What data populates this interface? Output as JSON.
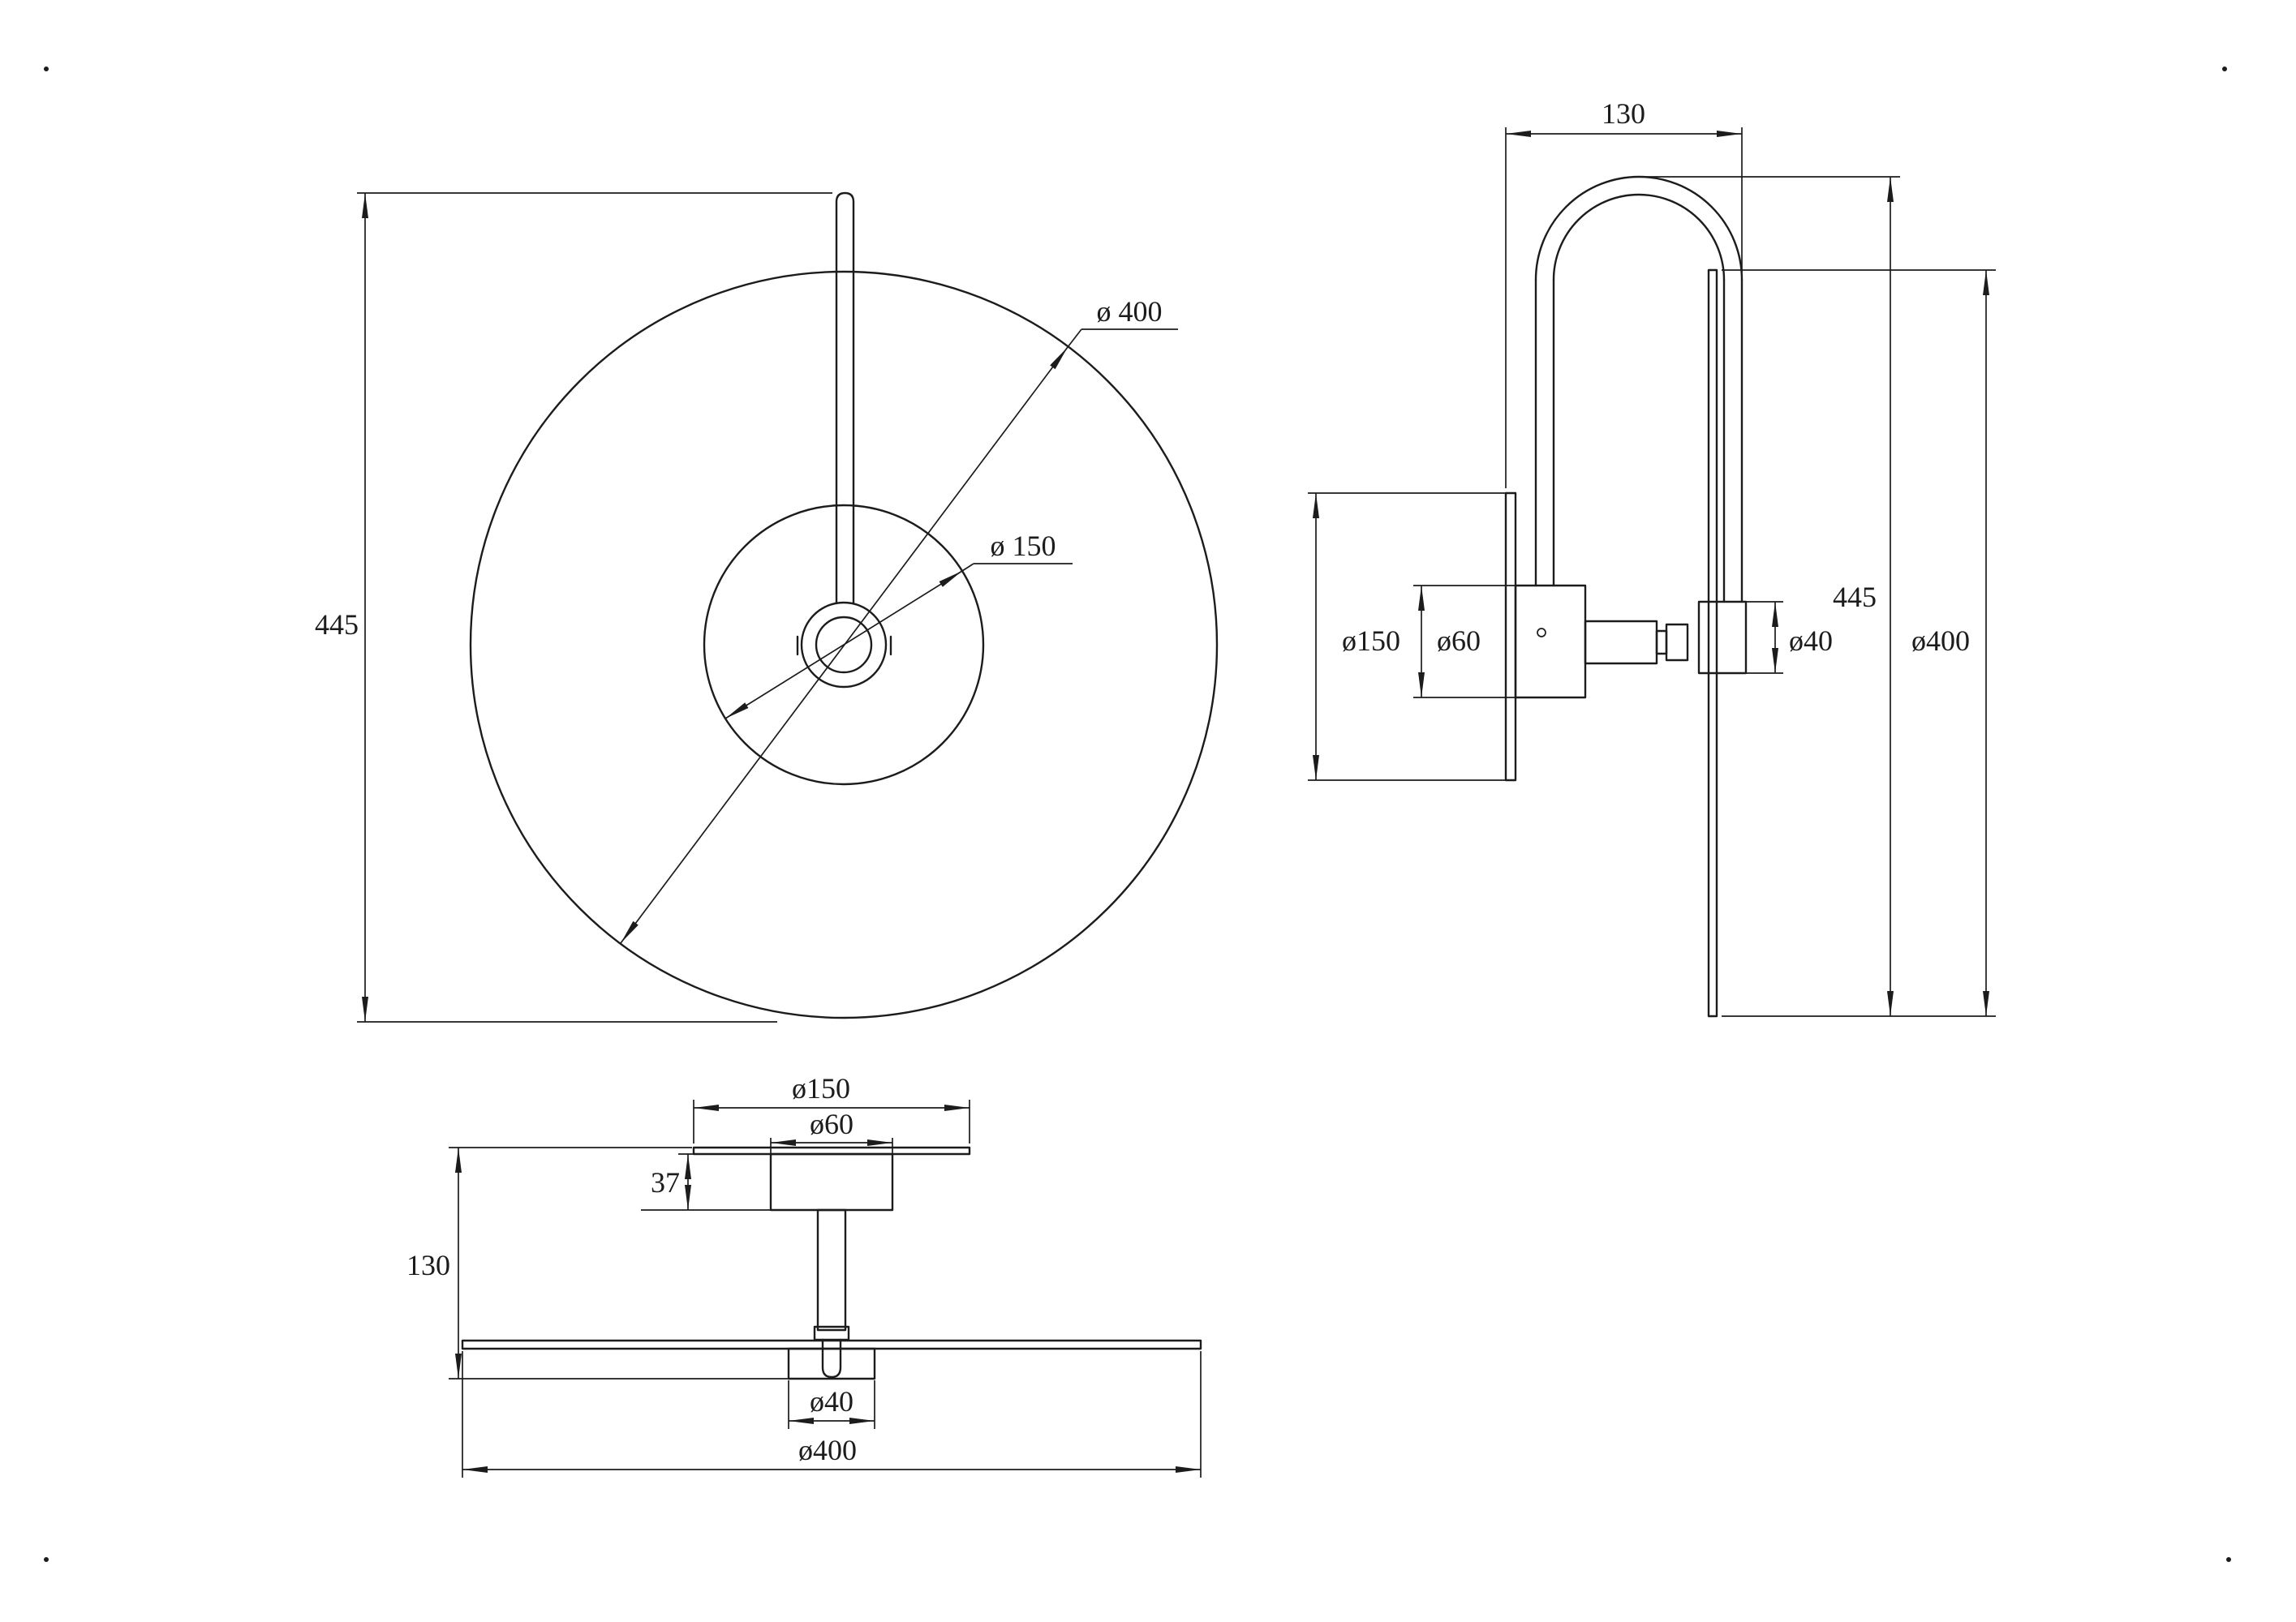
{
  "drawing": {
    "type": "technical-dimension-drawing",
    "subject": "wall lamp with round disc shade, three orthographic views",
    "colors": {
      "ink": "#1c1c1c",
      "background": "#ffffff"
    },
    "views": {
      "front": {
        "name": "front view",
        "dim_height": "445",
        "dim_outer": "ø 400",
        "dim_inner": "ø 150"
      },
      "side": {
        "name": "side view",
        "dim_depth": "130",
        "dim_plate": "ø150",
        "dim_hub": "ø60",
        "dim_stem": "ø40",
        "dim_height": "445",
        "dim_disc": "ø400"
      },
      "top": {
        "name": "top view",
        "dim_plate": "ø150",
        "dim_hub": "ø60",
        "dim_hub_depth": "37",
        "dim_projection": "130",
        "dim_stem": "ø40",
        "dim_disc": "ø400"
      }
    }
  }
}
